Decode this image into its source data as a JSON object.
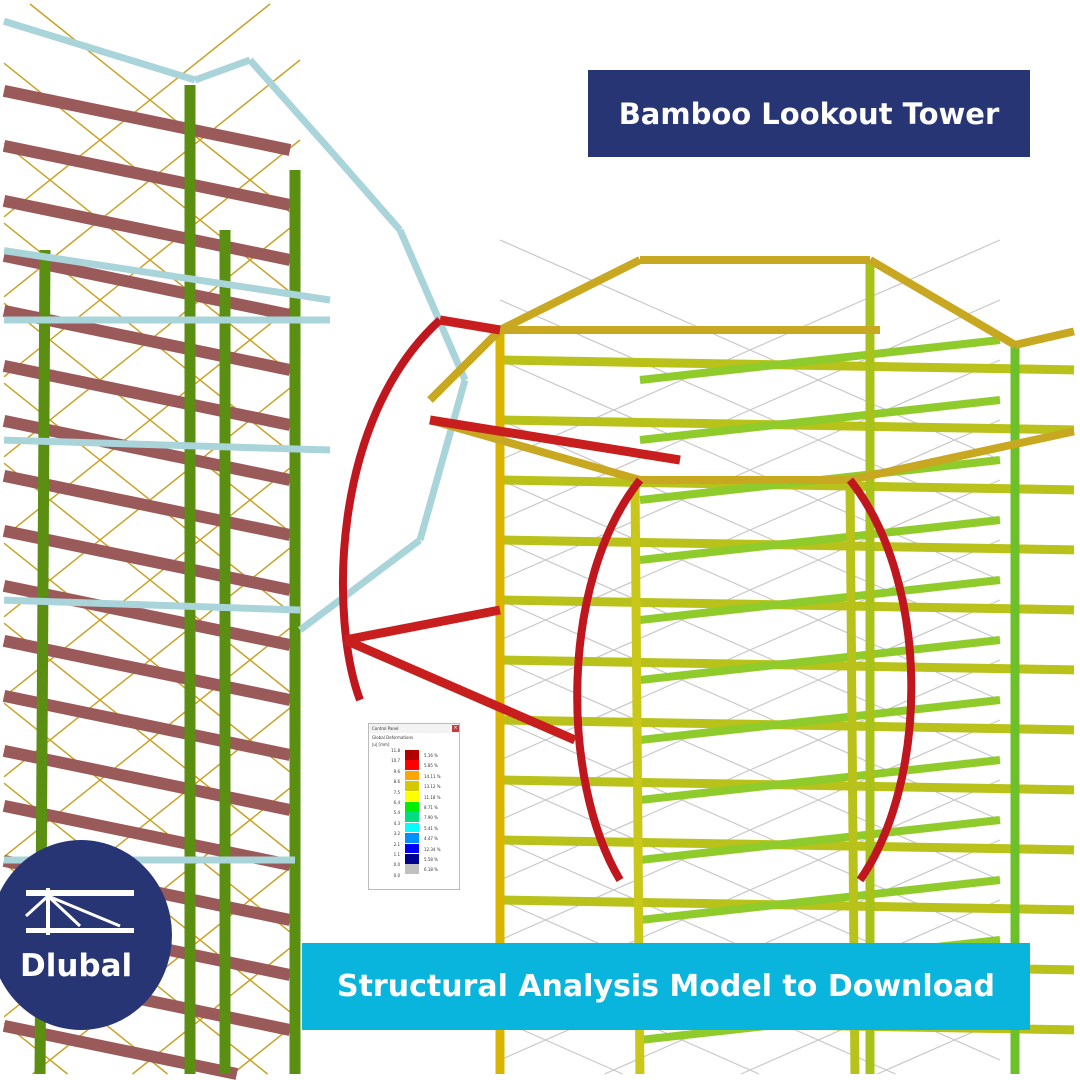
{
  "title": "Bamboo Lookout Tower",
  "subtitle": "Structural Analysis Model to Download",
  "logo": {
    "text": "Dlubal",
    "color": "#283575"
  },
  "colors": {
    "title_bg": "#283575",
    "subtitle_bg": "#09b4dd"
  },
  "control_panel": {
    "title": "Control Panel",
    "heading": "Global Deformations",
    "unit": "|u| [mm]",
    "close_icon": "close-icon",
    "values": [
      "11.8",
      "10.7",
      "9.6",
      "8.6",
      "7.5",
      "6.4",
      "5.4",
      "4.3",
      "3.2",
      "2.1",
      "1.1",
      "0.0",
      "0.0"
    ],
    "legend": [
      {
        "color": "#b00000",
        "percent": "5.16 %"
      },
      {
        "color": "#ff0000",
        "percent": "5.85 %"
      },
      {
        "color": "#ffa500",
        "percent": "14.11 %"
      },
      {
        "color": "#d4c800",
        "percent": "13.12 %"
      },
      {
        "color": "#ffff00",
        "percent": "11.18 %"
      },
      {
        "color": "#00ee00",
        "percent": "8.71 %"
      },
      {
        "color": "#00dd80",
        "percent": "7.90 %"
      },
      {
        "color": "#00ffff",
        "percent": "5.41 %"
      },
      {
        "color": "#0090ff",
        "percent": "4.47 %"
      },
      {
        "color": "#0000ff",
        "percent": "12.34 %"
      },
      {
        "color": "#000090",
        "percent": "5.58 %"
      },
      {
        "color": "#c0c0c0",
        "percent": "6.18 %"
      }
    ]
  }
}
